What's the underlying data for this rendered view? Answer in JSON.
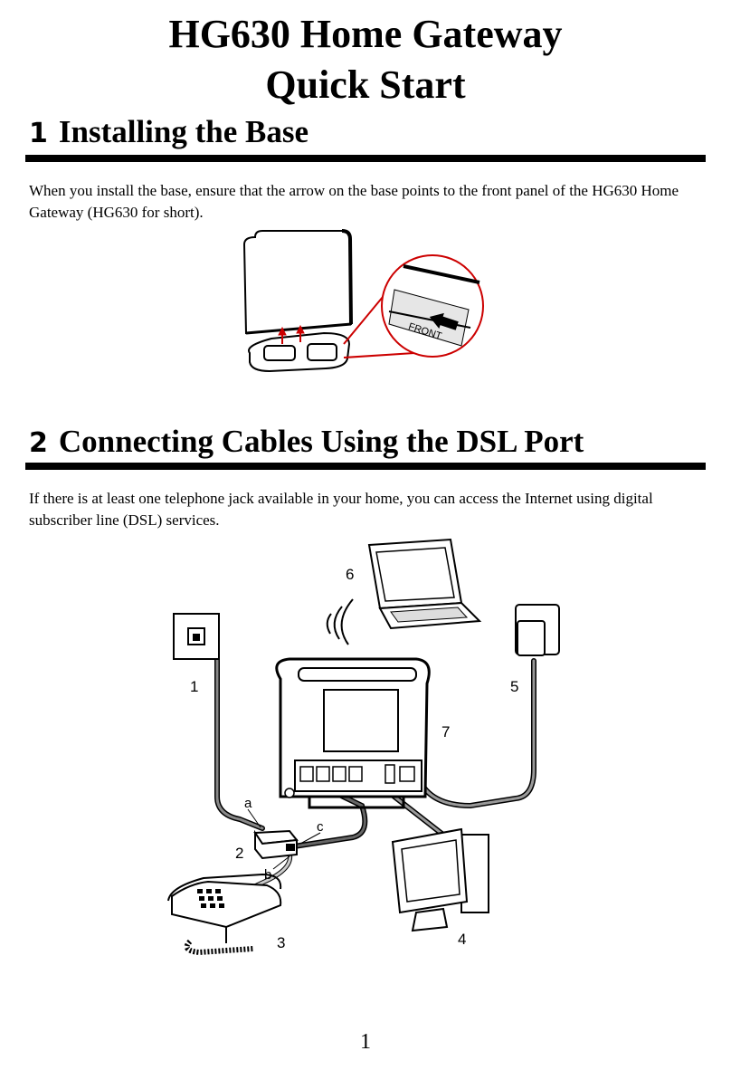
{
  "doc": {
    "title_line1": "HG630 Home Gateway",
    "title_line2": "Quick Start",
    "page_number": "1"
  },
  "section1": {
    "number": "1",
    "heading": "Installing the Base",
    "text": "When you install the base, ensure that the arrow on the base points to the front panel of the HG630 Home Gateway (HG630 for short).",
    "figure_label": "FRONT"
  },
  "section2": {
    "number": "2",
    "heading": "Connecting Cables Using the DSL Port",
    "text": " If there is at least one telephone jack available in your home, you can access the Internet using digital subscriber line (DSL) services.",
    "callouts": {
      "n1": "1",
      "n2": "2",
      "n3": "3",
      "n4": "4",
      "n5": "5",
      "n6": "6",
      "n7": "7",
      "a": "a",
      "b": "b",
      "c": "c"
    }
  }
}
